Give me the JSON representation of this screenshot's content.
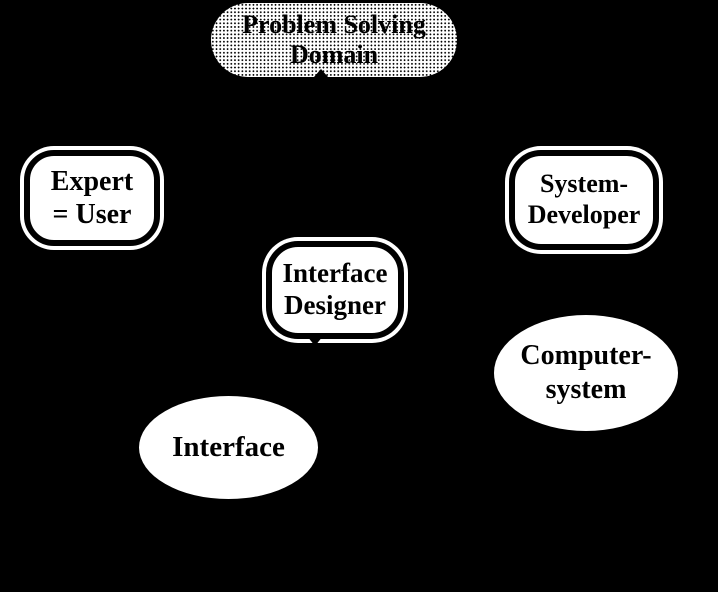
{
  "colors": {
    "background": "#000000",
    "node_fill": "#ffffff",
    "node_border": "#000000",
    "text": "#000000"
  },
  "diagram": {
    "nodes": [
      {
        "id": "problem-solving-domain",
        "shape": "stadium",
        "fill": "halftone-dotted",
        "line1": "Problem Solving",
        "line2": "Domain"
      },
      {
        "id": "expert-user",
        "shape": "rounded-rect-double-outline",
        "fill": "white",
        "line1": "Expert",
        "line2": "= User"
      },
      {
        "id": "system-developer",
        "shape": "rounded-rect-double-outline",
        "fill": "white",
        "line1": "System-",
        "line2": "Developer"
      },
      {
        "id": "interface-designer",
        "shape": "rounded-rect-double-outline",
        "fill": "white",
        "line1": "Interface",
        "line2": "Designer"
      },
      {
        "id": "computer-system",
        "shape": "ellipse",
        "fill": "white",
        "line1": "Computer-",
        "line2": "system"
      },
      {
        "id": "interface",
        "shape": "ellipse",
        "fill": "white",
        "line1": "Interface"
      }
    ]
  }
}
